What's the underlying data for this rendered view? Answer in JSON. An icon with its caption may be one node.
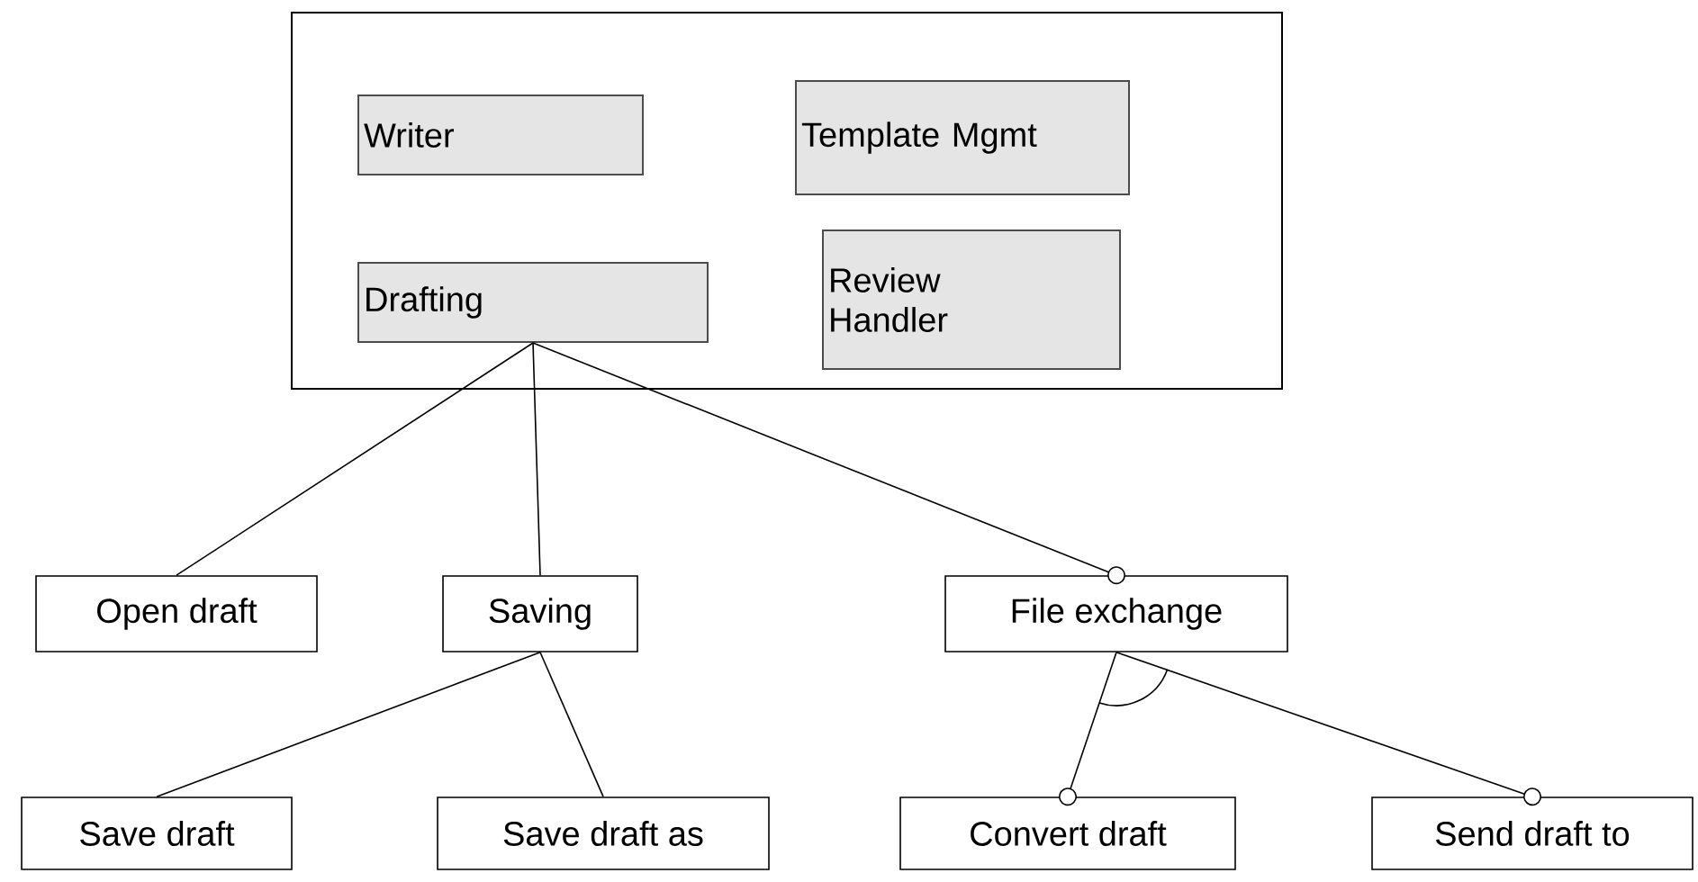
{
  "diagram": {
    "nodes": [
      {
        "text": [],
        "shape": "box"
      },
      {
        "text": [
          "Writer"
        ],
        "in": 0
      },
      {
        "text": [
          "Template Mgmt"
        ],
        "in": 0
      },
      {
        "text": [
          "Drafting"
        ],
        "in": 0
      },
      {
        "text": [
          "Review Handler"
        ],
        "in": 0
      },
      {
        "text": [
          "Open draft"
        ]
      },
      {
        "text": [
          "Saving"
        ]
      },
      {
        "text": [
          "File exchange"
        ]
      },
      {
        "text": [
          "Save draft"
        ]
      },
      {
        "text": [
          "Save draft as"
        ]
      },
      {
        "text": [
          "Convert draft"
        ]
      },
      {
        "text": [
          "Send draft to"
        ]
      }
    ],
    "edges": [
      {
        "from": 3,
        "to": 5,
        "arrow": "none"
      },
      {
        "from": 3,
        "to": 6,
        "arrow": "none"
      },
      {
        "from": 3,
        "to": 7,
        "arrow": "other"
      },
      {
        "from": 6,
        "to": 8,
        "arrow": "none"
      },
      {
        "from": 6,
        "to": 9,
        "arrow": "none"
      },
      {
        "from": 7,
        "to": 10,
        "arrow": "other"
      },
      {
        "from": 7,
        "to": 11,
        "arrow": "other"
      }
    ]
  }
}
